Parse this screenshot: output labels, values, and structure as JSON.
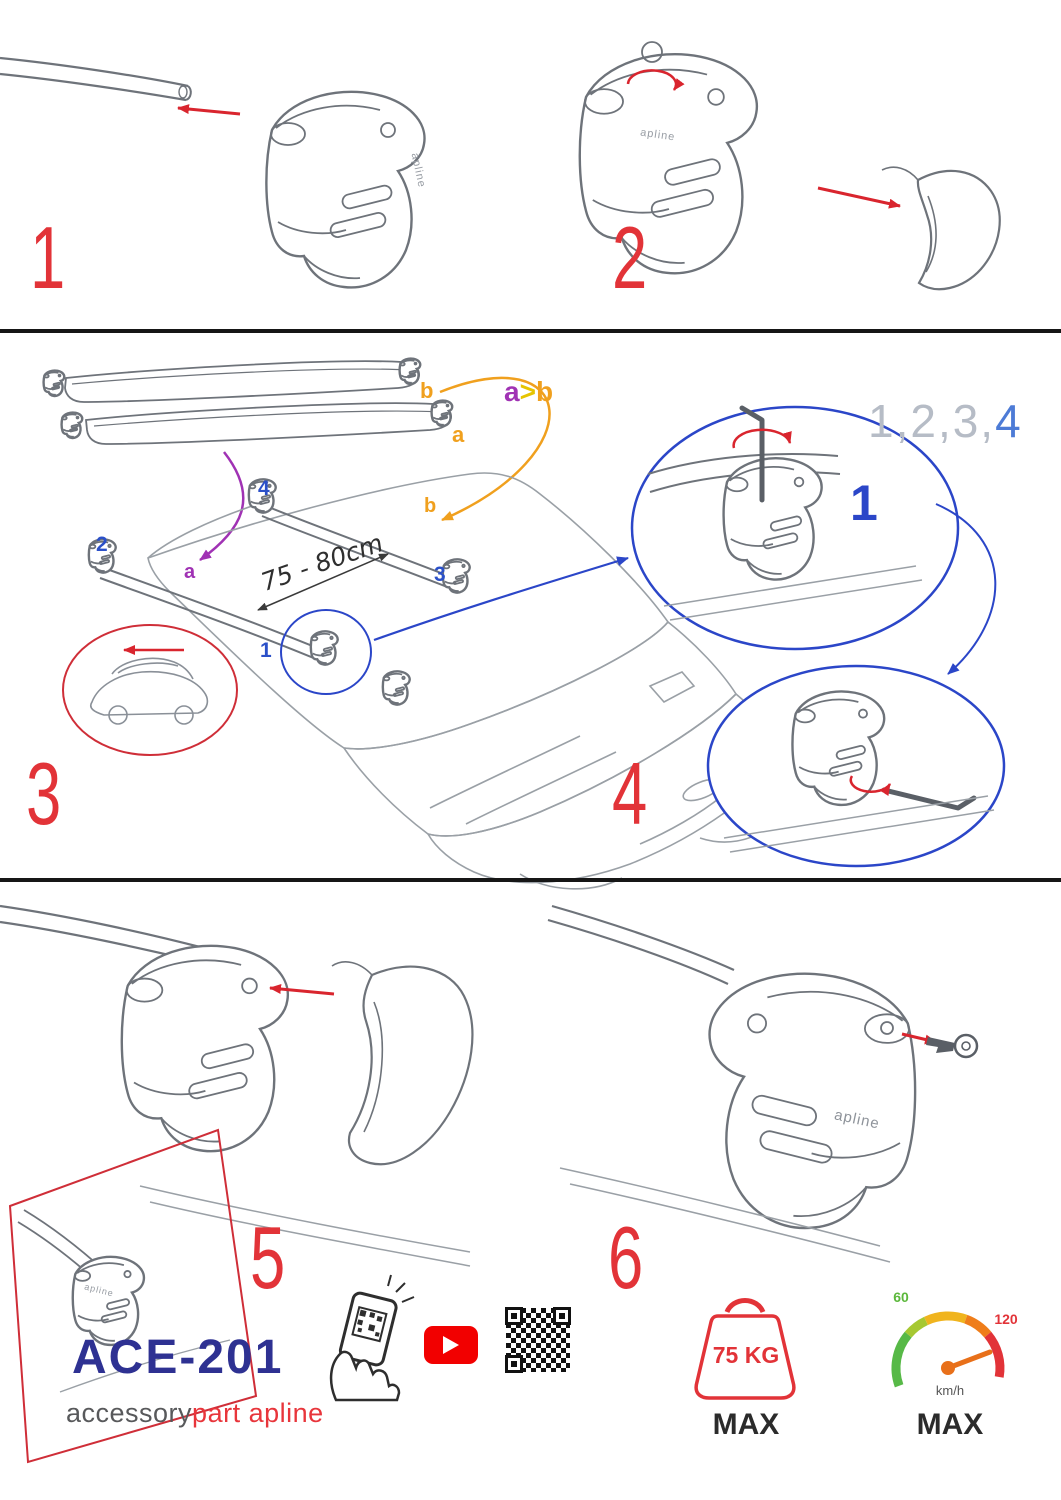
{
  "steps": {
    "s1": "1",
    "s2": "2",
    "s3": "3",
    "s4": "4",
    "s5": "5",
    "s6": "6"
  },
  "bars": {
    "top_label": "b",
    "bottom_label": "a",
    "order_a": "a",
    "order_gt": ">",
    "order_b": "b"
  },
  "sequence": {
    "first": "1,2,3,",
    "last": "4"
  },
  "roof": {
    "pos1": "1",
    "pos2": "2",
    "pos3": "3",
    "pos4": "4",
    "label_a": "a",
    "label_b": "b",
    "measurement": "75 - 80cm"
  },
  "detail": {
    "callout": "1"
  },
  "branding": {
    "model": "ACE-201",
    "word_accessory": "accessory",
    "word_part": "part",
    "word_ap": "ap",
    "word_line": "line",
    "foot_logo": "apline"
  },
  "limits": {
    "weight": "75 KG",
    "weight_max": "MAX",
    "speed_low": "60",
    "speed_high": "120",
    "speed_unit": "km/h",
    "speed_max": "MAX"
  },
  "colors": {
    "accent_red": "#e23338",
    "blue": "#2b46c8",
    "purple": "#a032b4",
    "orange": "#f0a01e",
    "yellow": "#e6c400",
    "navy": "#2e3192"
  }
}
